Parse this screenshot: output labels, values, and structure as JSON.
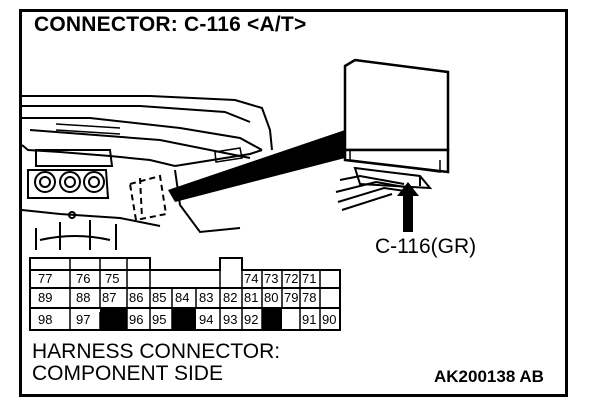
{
  "title": "CONNECTOR: C-116 <A/T>",
  "connector_callout": "C-116(GR)",
  "harness_label_line1": "HARNESS CONNECTOR:",
  "harness_label_line2": "COMPONENT SIDE",
  "figure_code": "AK200138 AB",
  "pin_rows": [
    [
      "77",
      "76",
      "75",
      "74",
      "73",
      "72",
      "71"
    ],
    [
      "89",
      "88",
      "87",
      "86",
      "85",
      "84",
      "83",
      "82",
      "81",
      "80",
      "79",
      "78"
    ],
    [
      "98",
      "97",
      "96",
      "95",
      "94",
      "93",
      "92",
      "91",
      "90"
    ]
  ]
}
